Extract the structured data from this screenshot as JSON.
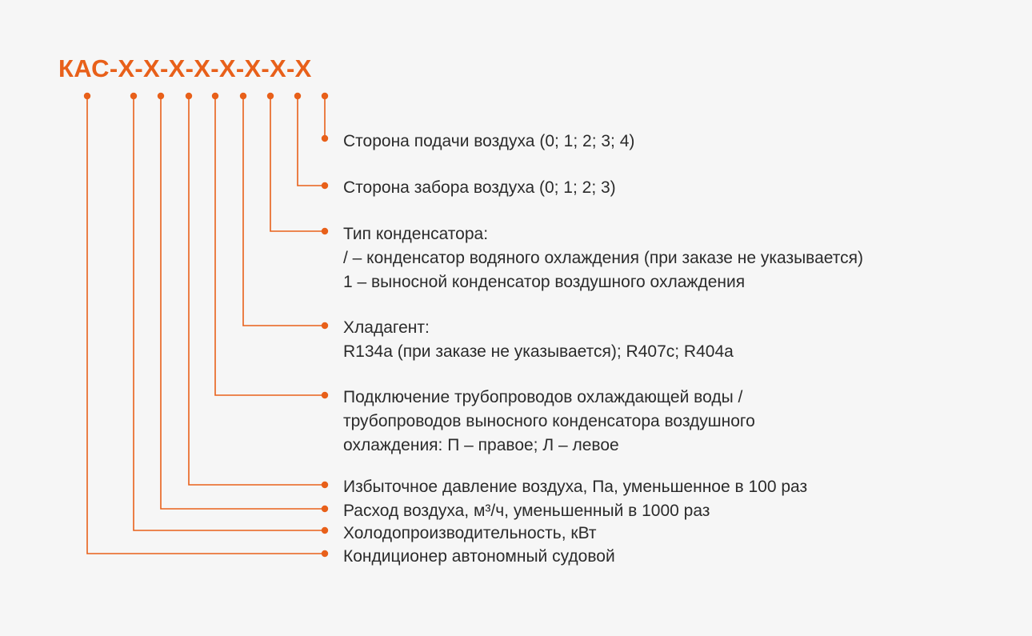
{
  "accent_color": "#e8601a",
  "code": "КАС-Х-Х-Х-Х-Х-Х-Х-Х",
  "descriptions": {
    "air_supply_side": [
      "Сторона подачи воздуха (0; 1; 2; 3; 4)"
    ],
    "air_intake_side": [
      "Сторона забора воздуха (0; 1; 2; 3)"
    ],
    "condenser_type": [
      "Тип конденсатора:",
      "/ – конденсатор водяного охлаждения (при заказе не указывается)",
      "1 – выносной конденсатор воздушного охлаждения"
    ],
    "refrigerant": [
      "Хладагент:",
      "R134a (при заказе не указывается); R407с; R404а"
    ],
    "pipe_connection": [
      "Подключение трубопроводов охлаждающей воды /",
      "трубопроводов выносного конденсатора воздушного",
      "охлаждения: П – правое; Л – левое"
    ],
    "excess_pressure": [
      "Избыточное давление воздуха, Па, уменьшенное в 100 раз"
    ],
    "air_flow": [
      "Расход воздуха, м³/ч, уменьшенный в 1000 раз"
    ],
    "cooling_capacity": [
      "Холодопроизводительность, кВт"
    ],
    "unit_type": [
      "Кондиционер автономный судовой"
    ]
  }
}
